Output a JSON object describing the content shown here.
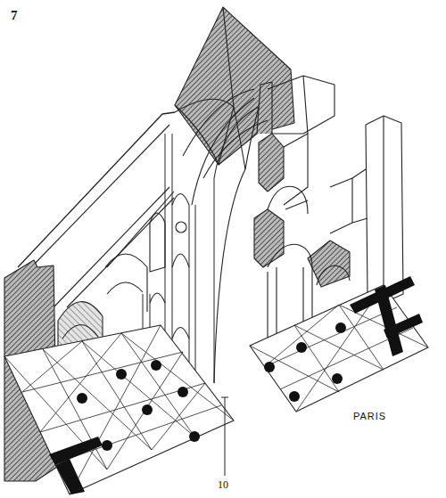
{
  "diagram": {
    "labels": [
      "7",
      "10",
      "PARIS"
    ]
  }
}
